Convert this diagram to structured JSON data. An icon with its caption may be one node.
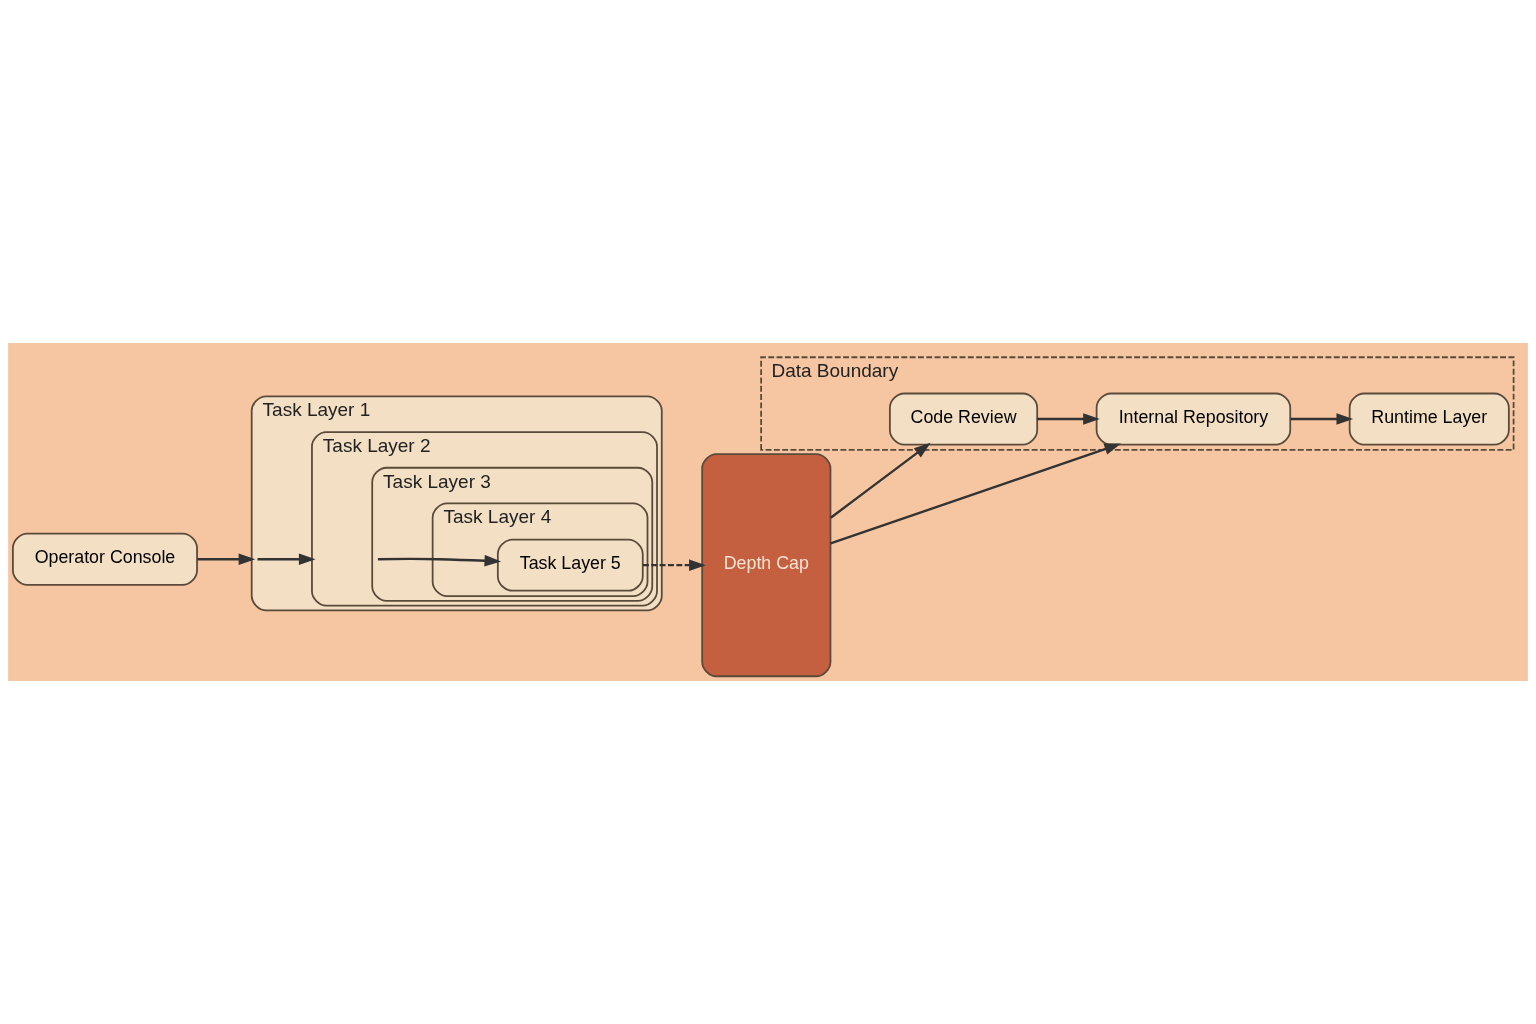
{
  "diagram": {
    "nodes": [
      {
        "text": [
          "Operator Console"
        ]
      },
      {
        "text": [
          "Task Layer 1"
        ]
      },
      {
        "text": [
          "Task Layer 2"
        ],
        "in": 1
      },
      {
        "text": [
          "Task Layer 3"
        ],
        "in": 2
      },
      {
        "text": [
          "Task Layer 4"
        ],
        "in": 3
      },
      {
        "text": [
          "Task Layer 5"
        ],
        "in": 4
      },
      {
        "text": [
          "Depth Cap"
        ]
      },
      {
        "text": [
          "Data Boundary"
        ]
      },
      {
        "text": [
          "Code Review"
        ],
        "in": 7
      },
      {
        "text": [
          "Internal Repository"
        ],
        "in": 7
      },
      {
        "text": [
          "Runtime Layer"
        ],
        "in": 7
      }
    ],
    "edges": [
      {
        "from": 0,
        "to": 1,
        "arrow": "to"
      },
      {
        "from": 1,
        "to": 2,
        "arrow": "to"
      },
      {
        "from": 3,
        "to": 5,
        "arrow": "to"
      },
      {
        "from": 5,
        "to": 6,
        "arrow": "to",
        "style": "dashed"
      },
      {
        "from": 6,
        "to": 8,
        "arrow": "to"
      },
      {
        "from": 6,
        "to": 9,
        "arrow": "to"
      },
      {
        "from": 8,
        "to": 9,
        "arrow": "to"
      },
      {
        "from": 9,
        "to": 10,
        "arrow": "to"
      }
    ]
  }
}
